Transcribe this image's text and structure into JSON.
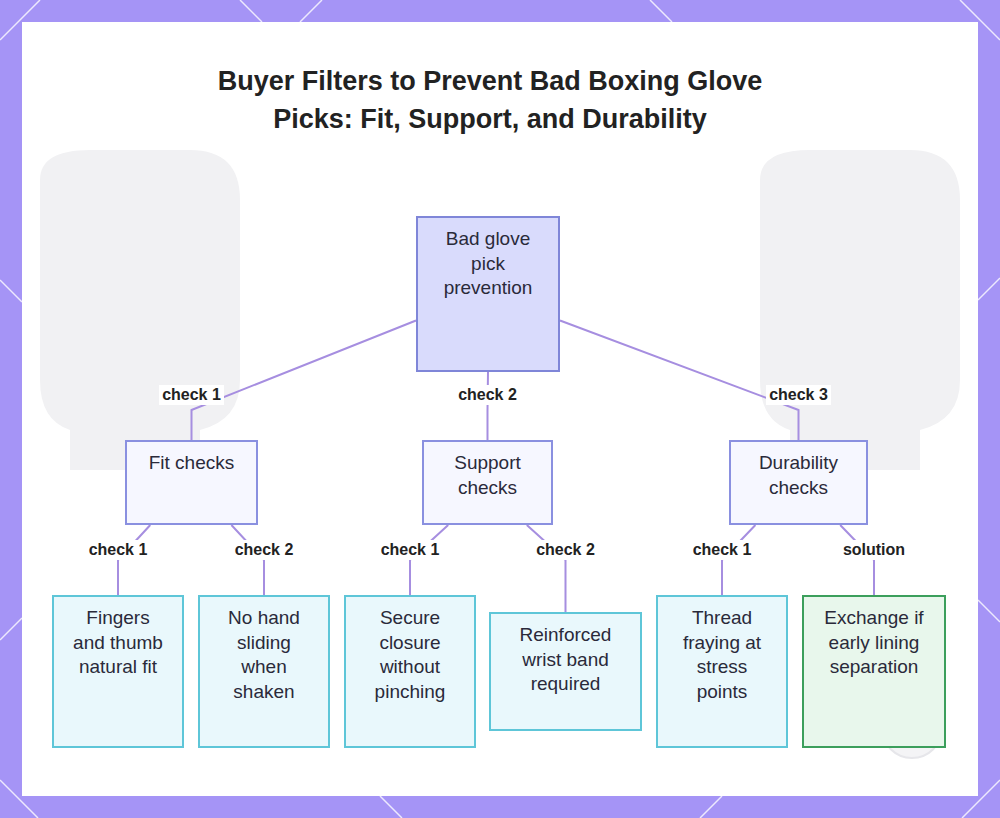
{
  "diagram": {
    "title": "Buyer Filters to Prevent Bad Boxing Glove Picks: Fit, Support, and Durability",
    "nodes": [
      {
        "text": [
          "Bad glove pick prevention"
        ]
      },
      {
        "text": [
          "Fit checks"
        ]
      },
      {
        "text": [
          "Support checks"
        ]
      },
      {
        "text": [
          "Durability checks"
        ]
      },
      {
        "text": [
          "Fingers and thumb natural fit"
        ]
      },
      {
        "text": [
          "No hand sliding when shaken"
        ]
      },
      {
        "text": [
          "Secure closure without pinching"
        ]
      },
      {
        "text": [
          "Reinforced wrist band required"
        ]
      },
      {
        "text": [
          "Thread fraying at stress points"
        ]
      },
      {
        "text": [
          "Exchange if early lining separation"
        ]
      }
    ],
    "edges": [
      {
        "from": 0,
        "to": 1,
        "arrow": "none",
        "label": "check 1"
      },
      {
        "from": 0,
        "to": 2,
        "arrow": "none",
        "label": "check 2"
      },
      {
        "from": 0,
        "to": 3,
        "arrow": "none",
        "label": "check 3"
      },
      {
        "from": 1,
        "to": 4,
        "arrow": "none",
        "label": "check 1"
      },
      {
        "from": 1,
        "to": 5,
        "arrow": "none",
        "label": "check 2"
      },
      {
        "from": 2,
        "to": 6,
        "arrow": "none",
        "label": "check 1"
      },
      {
        "from": 2,
        "to": 7,
        "arrow": "none",
        "label": "check 2"
      },
      {
        "from": 3,
        "to": 8,
        "arrow": "none",
        "label": "check 1"
      },
      {
        "from": 3,
        "to": 9,
        "arrow": "none",
        "label": "solution"
      }
    ]
  }
}
